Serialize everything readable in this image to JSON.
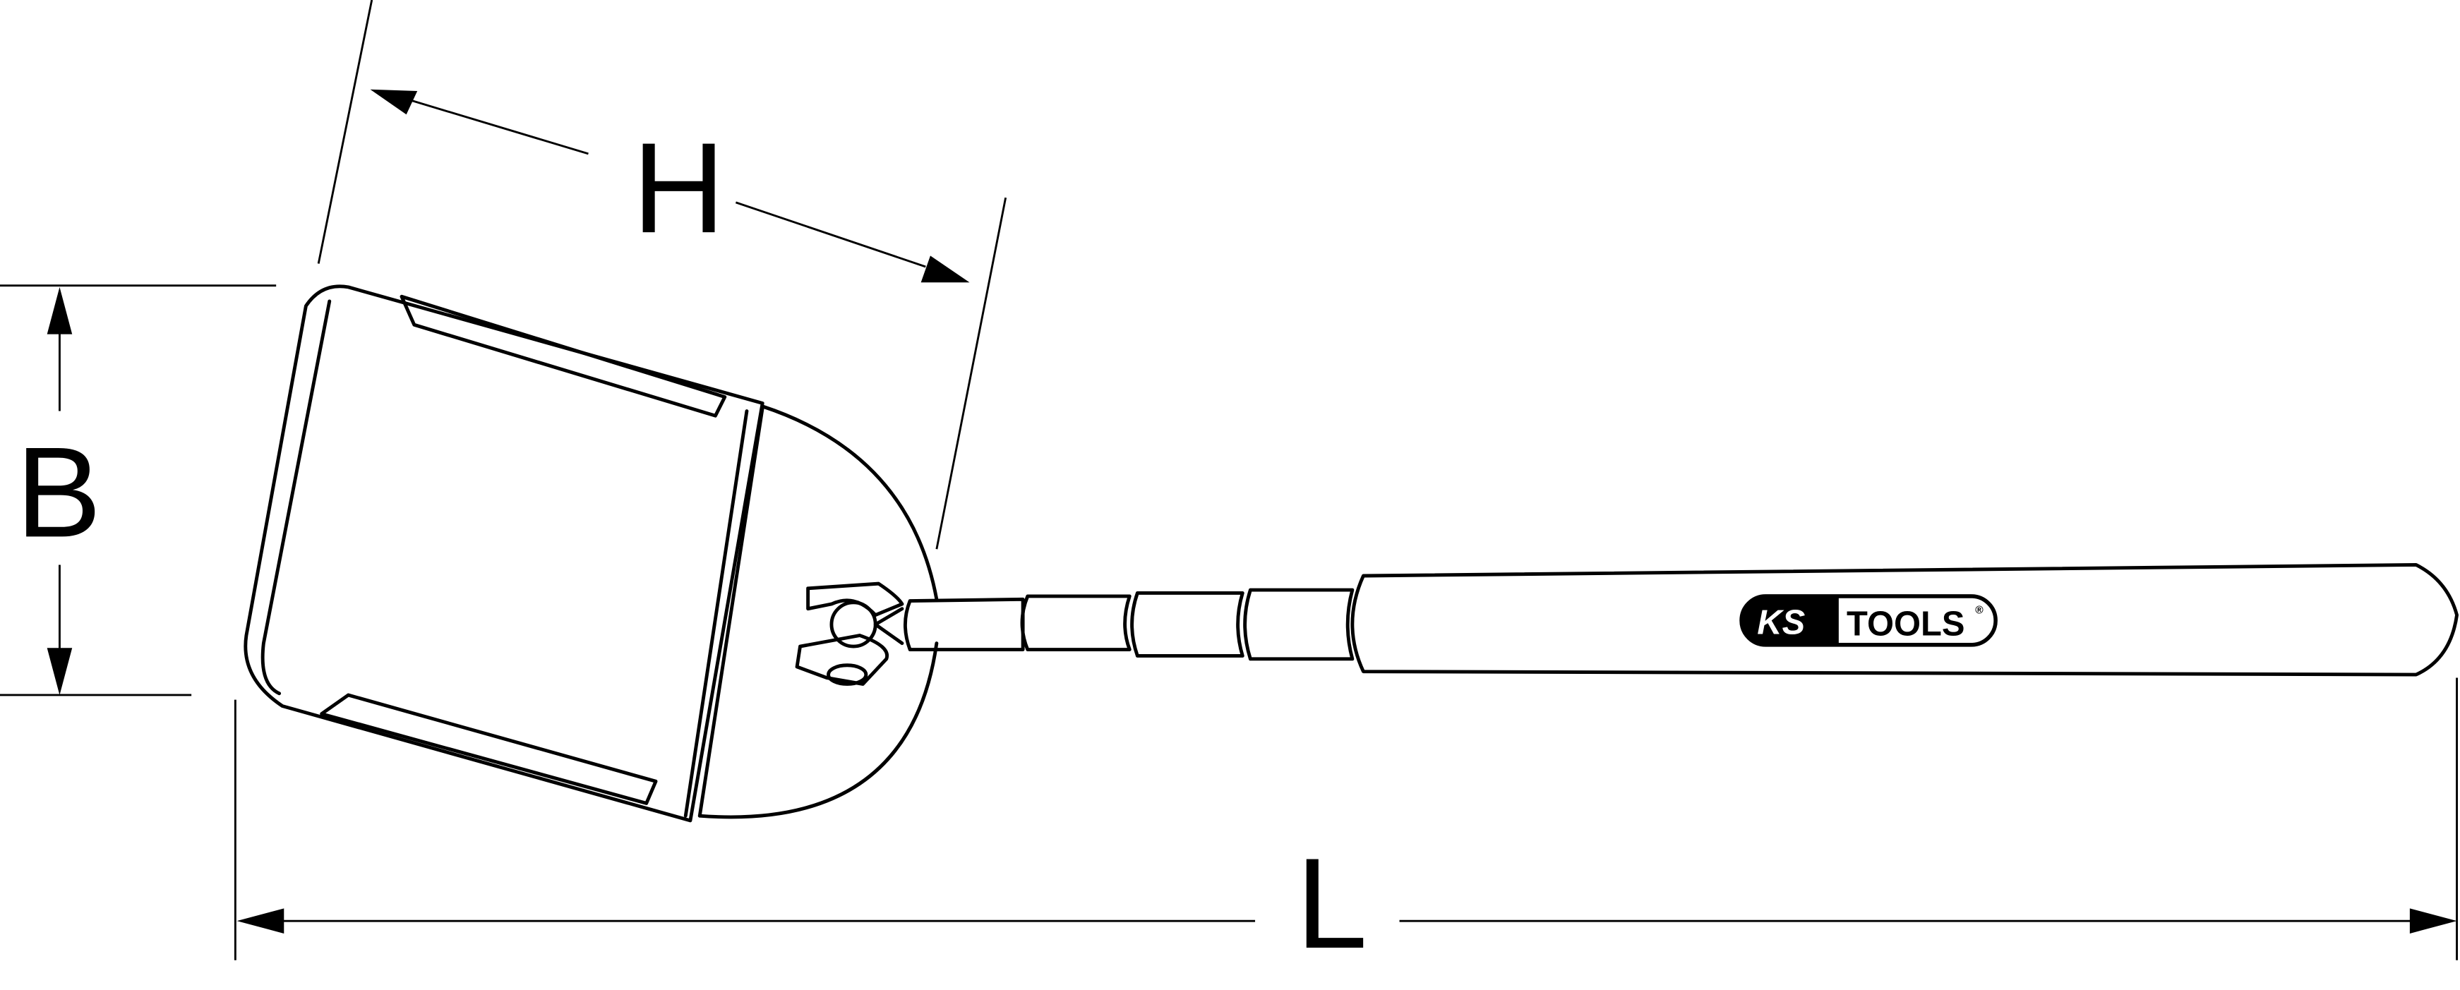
{
  "drawing": {
    "dimensions": {
      "height_label": "H",
      "width_label": "B",
      "length_label": "L"
    },
    "logo": {
      "left_text": "KS",
      "right_text": "TOOLS",
      "registered": "®"
    },
    "colors": {
      "line": "#000000",
      "background": "#ffffff"
    }
  }
}
